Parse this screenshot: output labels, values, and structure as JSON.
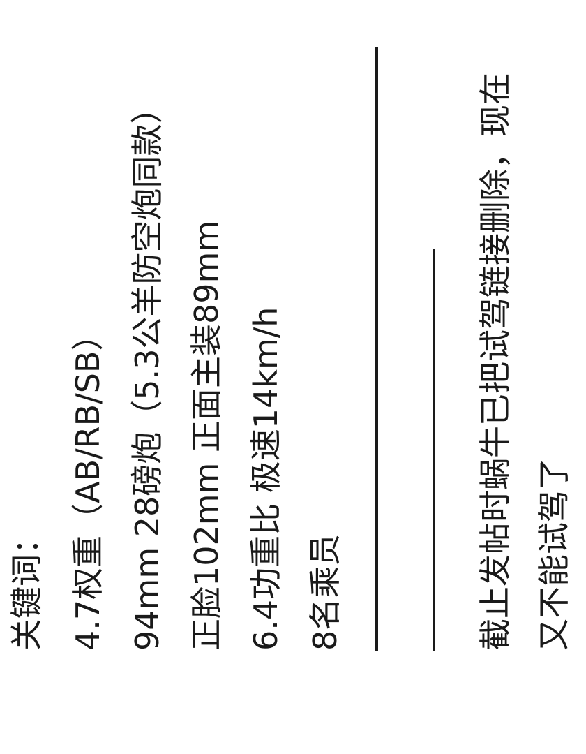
{
  "keywords": {
    "heading": "关键词：",
    "lines": [
      "4.7权重（AB/RB/SB）",
      "94mm 28磅炮（5.3公羊防空炮同款）",
      "正脸102mm 正面主装89mm",
      "6.4功重比 极速14km/h",
      "8名乘员"
    ]
  },
  "notice": {
    "line1": "截止发帖时蜗牛已把试驾链接删除，现在",
    "line2": "又不能试驾了"
  },
  "colors": {
    "text": "#1a1a1a",
    "background": "#ffffff"
  }
}
